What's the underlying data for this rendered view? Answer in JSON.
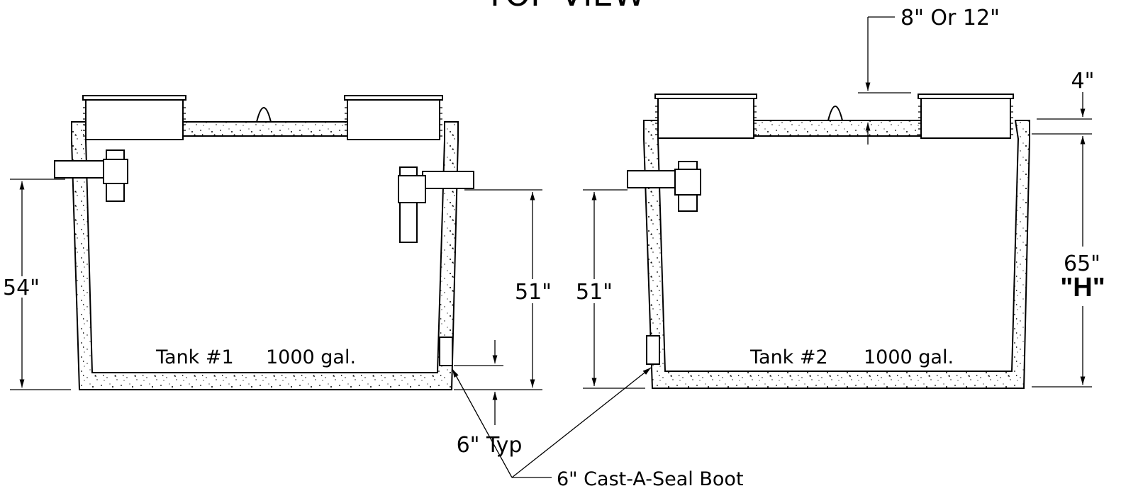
{
  "header": {
    "title_fragment": "TOP VIEW"
  },
  "tank1": {
    "label": "Tank #1",
    "capacity": "1000 gal."
  },
  "tank2": {
    "label": "Tank #2",
    "capacity": "1000 gal."
  },
  "dimensions": {
    "tank1_inlet_height": "54\"",
    "tank1_outlet_height": "51\"",
    "tank2_inlet_height": "51\"",
    "tank2_total_height": "65\"",
    "tank2_total_height_symbol": "\"H\"",
    "riser_height": "8\" Or 12\"",
    "lid_thickness": "4\"",
    "boot_offset": "6\" Typ"
  },
  "callouts": {
    "boot": "6\" Cast-A-Seal Boot"
  }
}
